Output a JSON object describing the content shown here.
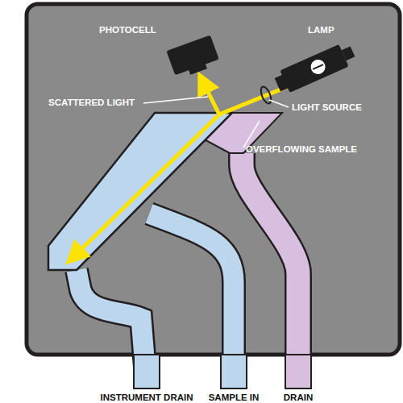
{
  "diagram": {
    "labels": [
      "PHOTOCELL",
      "LAMP",
      "SCATTERED LIGHT",
      "LIGHT SOURCE",
      "OVERFLOWING SAMPLE",
      "INSTRUMENT DRAIN",
      "SAMPLE IN",
      "DRAIN"
    ]
  }
}
